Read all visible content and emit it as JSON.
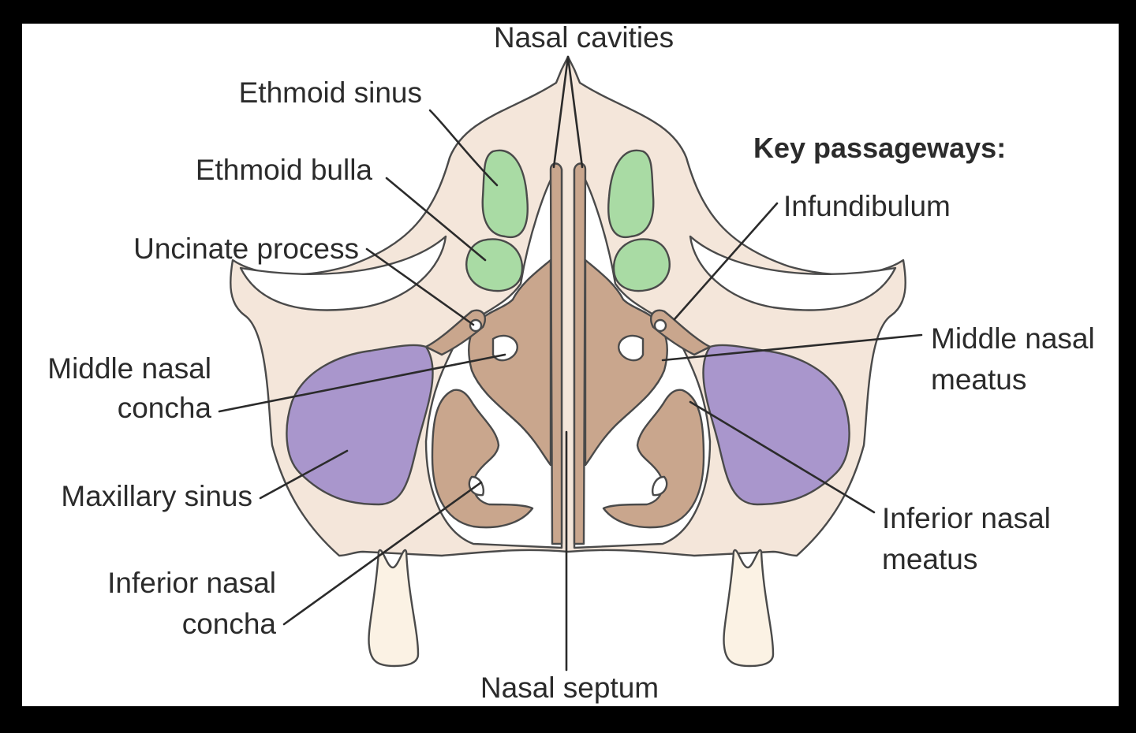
{
  "colors": {
    "frame": "#000000",
    "background": "#ffffff",
    "bone": "#f4e6da",
    "tissue": "#c9a68d",
    "ethmoid_sinus": "#a9dba4",
    "maxillary_sinus": "#a996cc",
    "tooth": "#fbf2e4"
  },
  "labels": {
    "nasal_cavities": "Nasal cavities",
    "ethmoid_sinus": "Ethmoid sinus",
    "ethmoid_bulla": "Ethmoid bulla",
    "uncinate_process": "Uncinate process",
    "middle_nasal_concha_1": "Middle nasal",
    "middle_nasal_concha_2": "concha",
    "maxillary_sinus": "Maxillary sinus",
    "inferior_nasal_concha_1": "Inferior nasal",
    "inferior_nasal_concha_2": "concha",
    "nasal_septum": "Nasal septum",
    "key_passageways": "Key passageways:",
    "infundibulum": "Infundibulum",
    "middle_nasal_meatus_1": "Middle nasal",
    "middle_nasal_meatus_2": "meatus",
    "inferior_nasal_meatus_1": "Inferior nasal",
    "inferior_nasal_meatus_2": "meatus"
  }
}
